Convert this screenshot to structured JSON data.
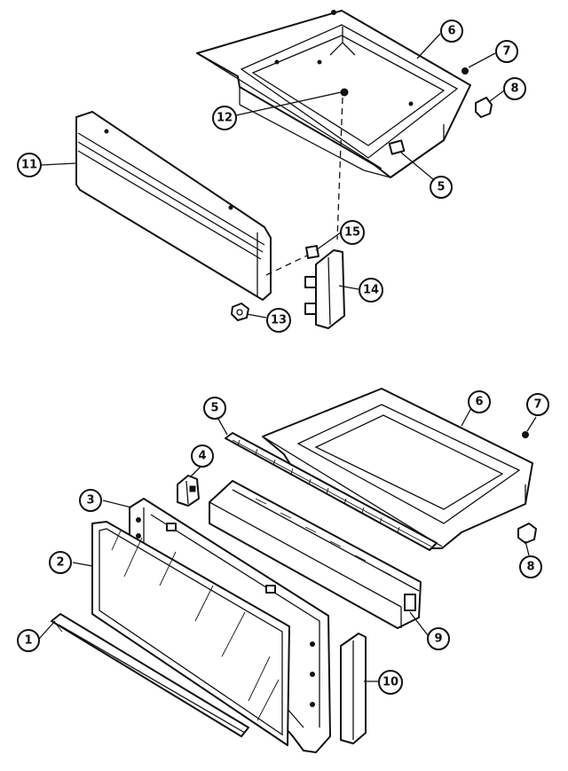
{
  "upper_assembly": {
    "callouts": {
      "drawer_pan": "6",
      "screw": "7",
      "clip": "8",
      "bumper": "5",
      "glide_hole": "12",
      "drawer_front": "11",
      "pad": "15",
      "end_cap": "14",
      "nut": "13"
    }
  },
  "lower_assembly": {
    "callouts": {
      "slide_rail": "5",
      "drawer_pan": "6",
      "screw": "7",
      "clip": "8",
      "bracket": "4",
      "frame": "3",
      "glass_panel": "2",
      "bottom_trim": "1",
      "drawer_back": "9",
      "end_cap": "10"
    }
  }
}
